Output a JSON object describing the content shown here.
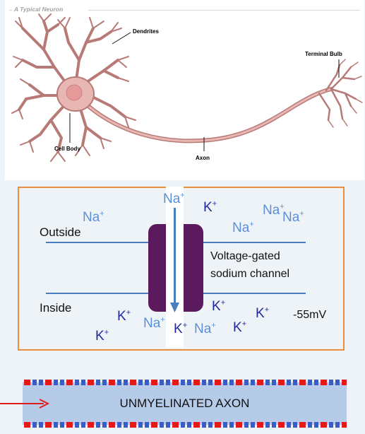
{
  "neuron": {
    "title": "A Typical Neuron",
    "labels": {
      "dendrites": "Dendrites",
      "terminal_bulb": "Terminal Bulb",
      "cell_body": "Cell Body",
      "axon": "Axon"
    },
    "colors": {
      "body": "#e8b7b3",
      "outline": "#b77a76",
      "nucleus": "#e69999"
    }
  },
  "channel": {
    "outside_label": "Outside",
    "inside_label": "Inside",
    "channel_label_line1": "Voltage-gated",
    "channel_label_line2": "sodium channel",
    "voltage": "-55mV",
    "ions": {
      "na": "Na",
      "k": "K",
      "charge": "+"
    },
    "colors": {
      "border": "#ec8f3c",
      "protein": "#5b1a5e",
      "membrane": "#4a7cc0",
      "na": "#5b8fd8",
      "k": "#1f2a9a"
    }
  },
  "axon": {
    "label": "UNMYELINATED AXON",
    "colors": {
      "bar": "#b6cbe8",
      "arrow": "#e01e1e",
      "dash_red": "#e41a1a",
      "dash_blue": "#3a5cc8"
    }
  }
}
